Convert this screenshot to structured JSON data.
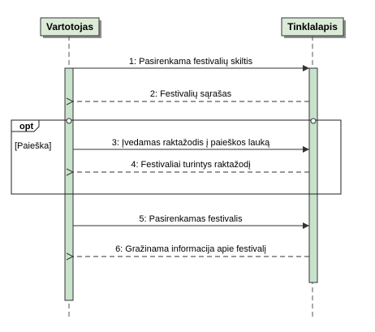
{
  "participants": [
    {
      "name": "Vartotojas"
    },
    {
      "name": "Tinklalapis"
    }
  ],
  "fragment": {
    "operator": "opt",
    "guard": "[Paieška]"
  },
  "messages": [
    {
      "label": "1: Pasirenkama festivalių skiltis",
      "type": "sync"
    },
    {
      "label": "2: Festivalių sąrašas",
      "type": "return"
    },
    {
      "label": "3: Įvedamas raktažodis į paieškos lauką",
      "type": "sync"
    },
    {
      "label": "4: Festivaliai turintys raktažodį",
      "type": "return"
    },
    {
      "label": "5: Pasirenkamas festivalis",
      "type": "sync"
    },
    {
      "label": "6: Gražinama informacija apie festivalį",
      "type": "return"
    }
  ],
  "colors": {
    "participant_fill": "#dcebd8",
    "activation_fill": "#c9e2cc",
    "stroke": "#333333"
  }
}
